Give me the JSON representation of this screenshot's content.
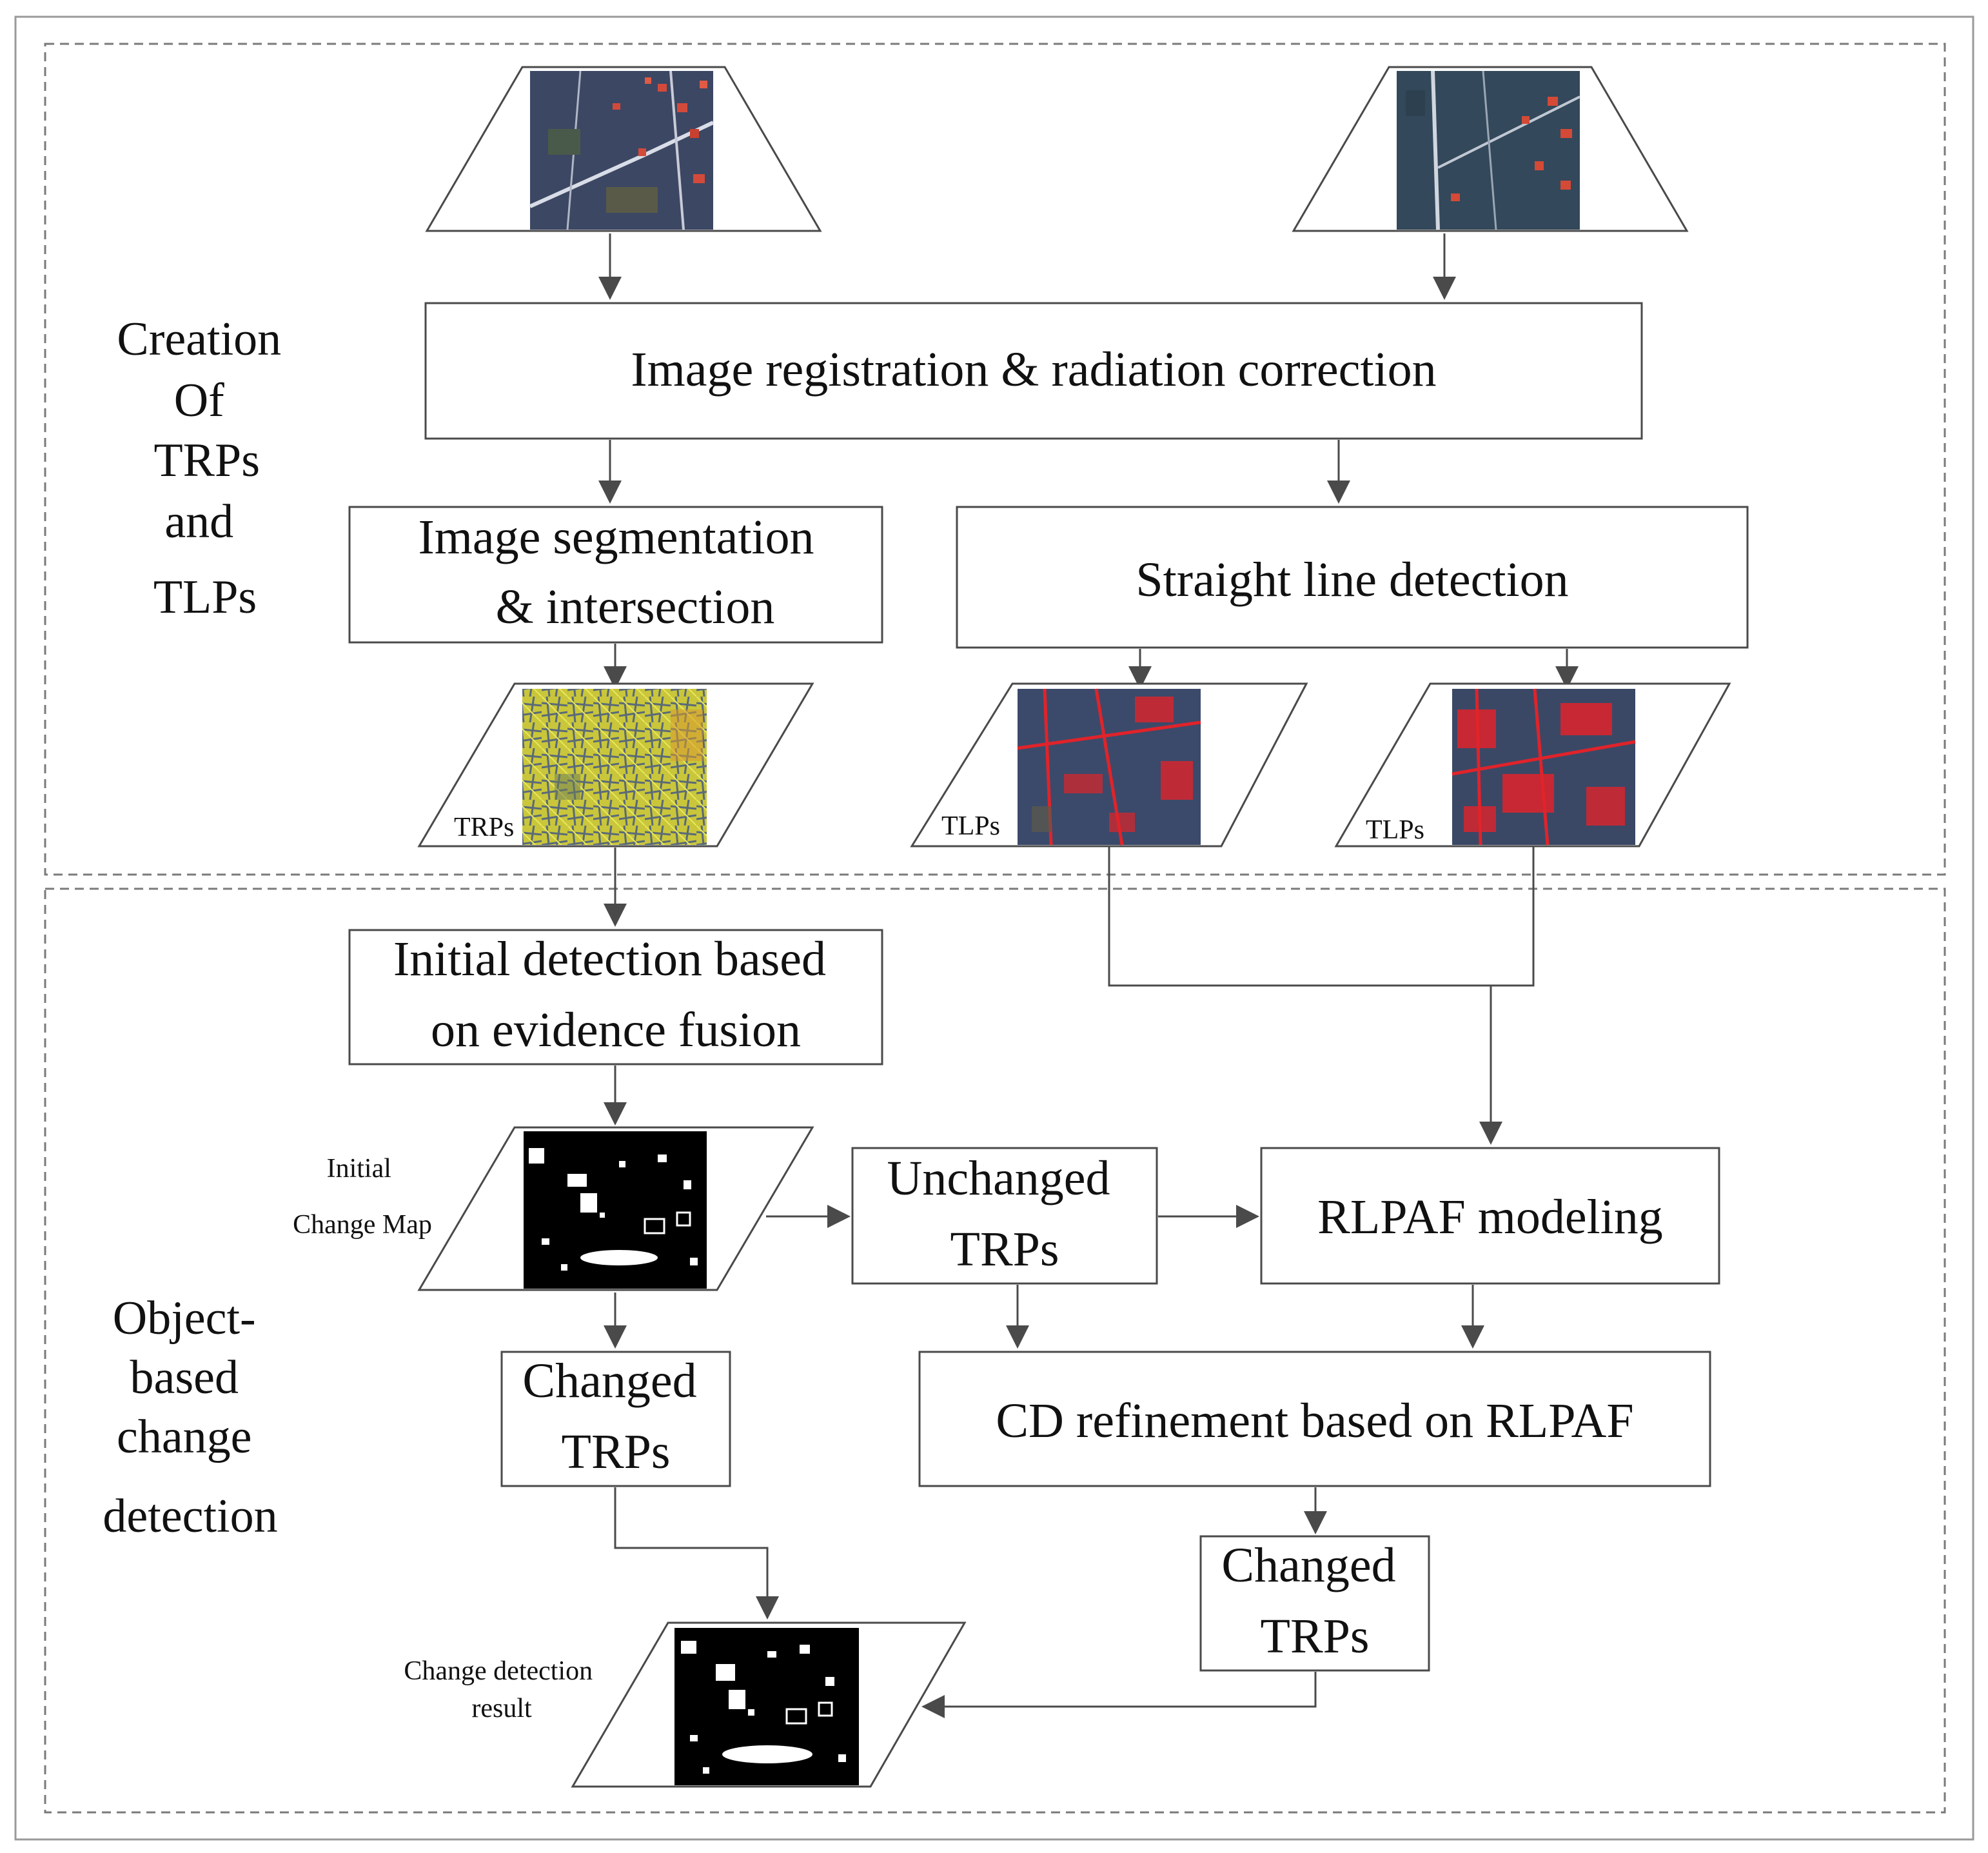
{
  "sections": {
    "top_label": [
      "Creation",
      "Of",
      "TRPs",
      "and",
      "TLPs"
    ],
    "bottom_label": [
      "Object-",
      "based",
      "change",
      "detection"
    ]
  },
  "boxes": {
    "registration": [
      "Image registration & radiation correction"
    ],
    "segmentation": [
      "Image segmentation",
      "& intersection"
    ],
    "line_detection": [
      "Straight line detection"
    ],
    "initial_detection": [
      "Initial detection based",
      "on evidence fusion"
    ],
    "unchanged_trps": [
      "Unchanged",
      "TRPs"
    ],
    "rlpaf_modeling": [
      "RLPAF modeling"
    ],
    "changed_trps_left": [
      "Changed",
      "TRPs"
    ],
    "cd_refinement": [
      "CD refinement based on RLPAF"
    ],
    "changed_trps_right": [
      "Changed",
      "TRPs"
    ]
  },
  "image_labels": {
    "trps": "TRPs",
    "tlps_1": "TLPs",
    "tlps_2": "TLPs",
    "initial_map": [
      "Initial",
      "Change Map"
    ],
    "result": [
      "Change detection",
      "result"
    ]
  },
  "colors": {
    "satellite": "#3c4763",
    "satellite_alt": "#33485a",
    "segment_yellow": "#c8c83a",
    "tlp_red": "#e0232a",
    "map_black": "#000000",
    "map_white": "#ffffff"
  }
}
